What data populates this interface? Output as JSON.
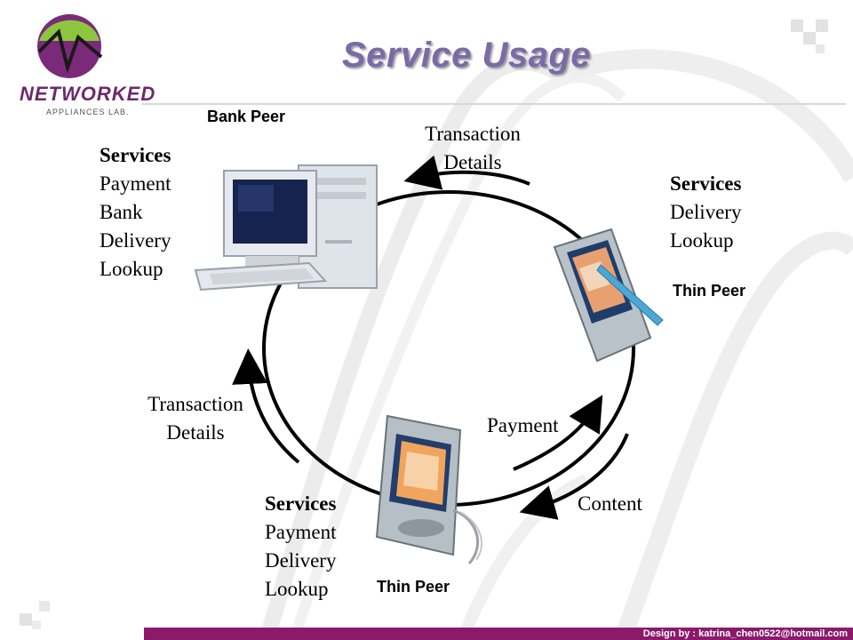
{
  "slide": {
    "title": "Service Usage",
    "logo": {
      "line1": "NETWORKED",
      "line2": "APPLIANCES LAB."
    },
    "footer": "Design by : katrina_chen0522@hotmail.com"
  },
  "nodes": {
    "bank": {
      "label": "Bank Peer",
      "services_heading": "Services",
      "services": [
        "Payment",
        "Bank",
        "Delivery",
        "Lookup"
      ]
    },
    "thin_right": {
      "label": "Thin Peer",
      "services_heading": "Services",
      "services": [
        "Delivery",
        "Lookup"
      ]
    },
    "thin_bottom": {
      "label": "Thin Peer",
      "services_heading": "Services",
      "services": [
        "Payment",
        "Delivery",
        "Lookup"
      ]
    }
  },
  "arrows": {
    "top": {
      "line1": "Transaction",
      "line2": "Details"
    },
    "left": {
      "line1": "Transaction",
      "line2": "Details"
    },
    "payment": "Payment",
    "content": "Content"
  },
  "colors": {
    "title": "#7a6aa8",
    "footer": "#8b1a6b",
    "logo_green": "#8cc63f",
    "logo_purple": "#6b2a6b"
  }
}
